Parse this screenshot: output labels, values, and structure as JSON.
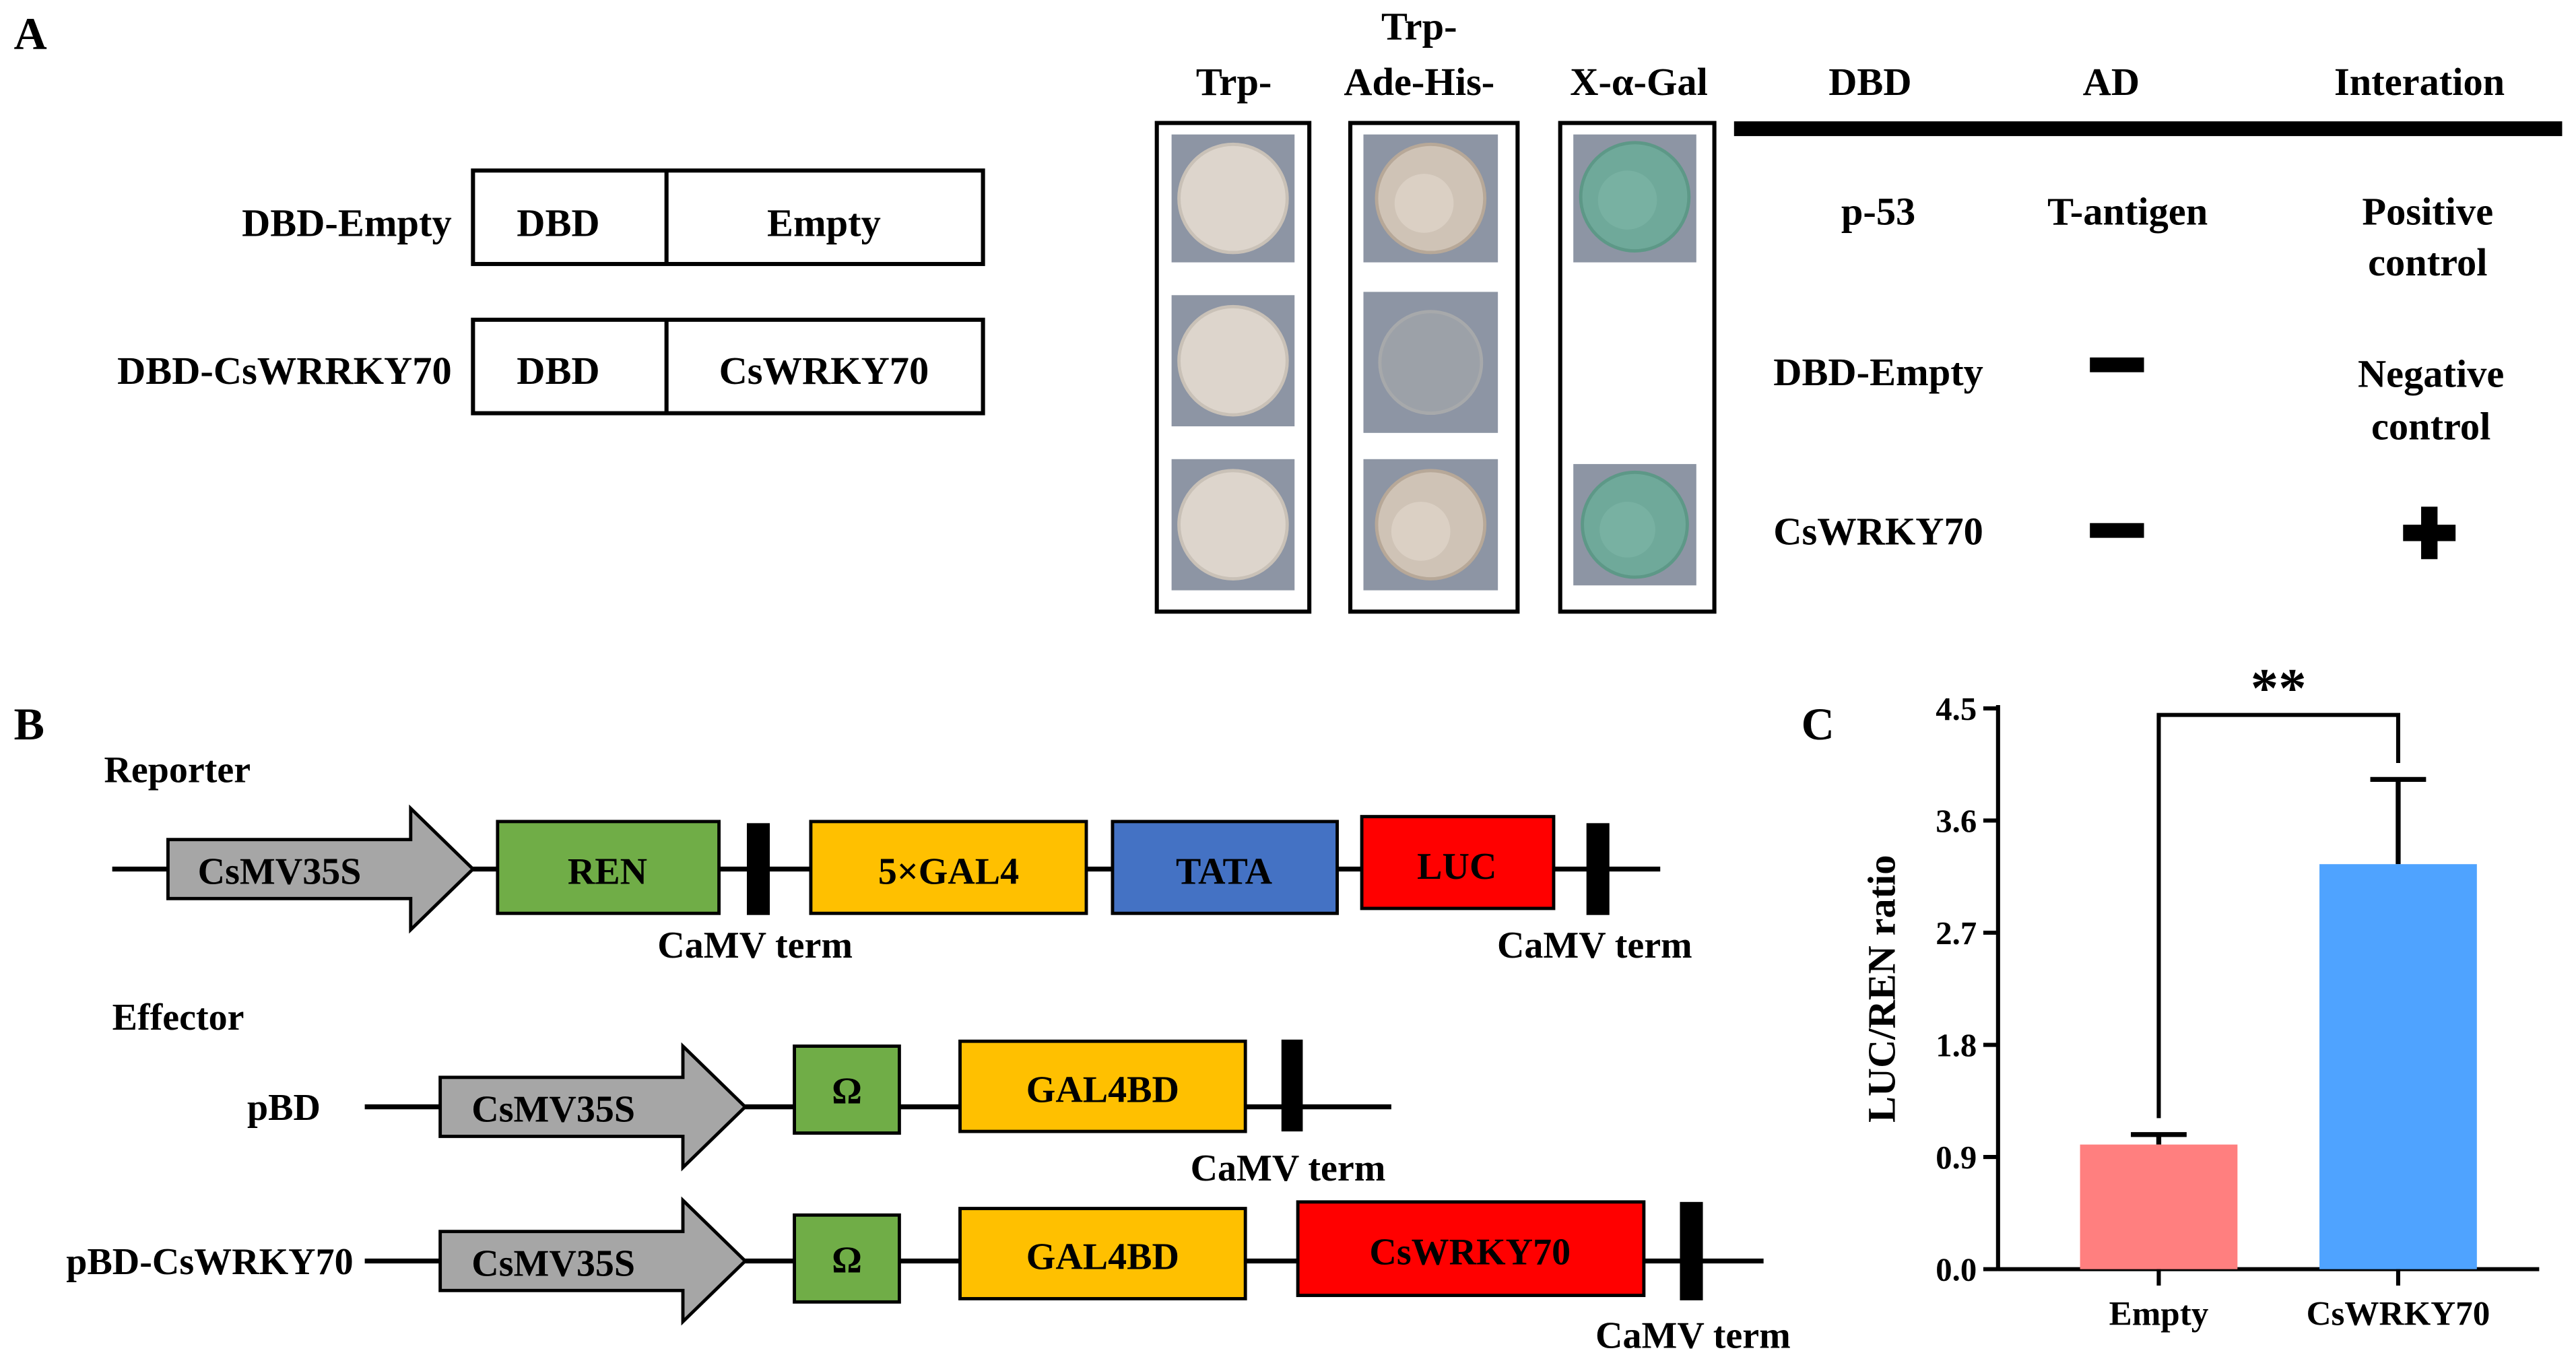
{
  "panel_a": {
    "label": "A",
    "constructs": [
      {
        "name": "DBD-Empty",
        "part1": "DBD",
        "part2": "Empty"
      },
      {
        "name": "DBD-CsWRRKY70",
        "part1": "DBD",
        "part2": "CsWRKY70"
      }
    ],
    "media_headers": [
      "Trp-",
      "Trp-\nAde-His-",
      "X-α-Gal"
    ],
    "table_headers": [
      "DBD",
      "AD",
      "Interation"
    ],
    "rows": [
      {
        "dbd": "p-53",
        "ad": "T-antigen",
        "interaction": "Positive\ncontrol"
      },
      {
        "dbd": "DBD-Empty",
        "ad": "minus",
        "interaction": "Negative\ncontrol"
      },
      {
        "dbd": "CsWRKY70",
        "ad": "minus",
        "interaction": "plus"
      }
    ],
    "colony_growth": {
      "trp": [
        "growth",
        "growth",
        "growth"
      ],
      "trp_ade_his": [
        "growth",
        "faint",
        "growth"
      ],
      "x_alpha_gal": [
        "blue",
        "none",
        "blue"
      ]
    },
    "colors": {
      "spot_bg": "#8d95a4",
      "colony": "#ddd5cc",
      "blue_colony": "#6fa99a"
    }
  },
  "panel_b": {
    "label": "B",
    "reporter_label": "Reporter",
    "effector_label": "Effector",
    "reporter_parts": [
      "CsMV35S",
      "REN",
      "5×GAL4",
      "TATA",
      "LUC"
    ],
    "term_label": "CaMV term",
    "pbd_label": "pBD",
    "pbd_parts": [
      "CsMV35S",
      "Ω",
      "GAL4BD"
    ],
    "pbd_wrky_label": "pBD-CsWRKY70",
    "pbd_wrky_parts": [
      "CsMV35S",
      "Ω",
      "GAL4BD",
      "CsWRKY70"
    ],
    "colors": {
      "promoter": "#a6a6a6",
      "ren": "#70ad47",
      "gal4": "#ffc000",
      "tata": "#4472c4",
      "luc": "#ff0000",
      "omega": "#70ad47"
    }
  },
  "panel_c": {
    "label": "C",
    "significance": "**"
  },
  "chart_data": {
    "type": "bar",
    "categories": [
      "Empty",
      "CsWRKY70"
    ],
    "values": [
      1.0,
      3.25
    ],
    "errors": [
      0.08,
      0.68
    ],
    "colors": [
      "#ff7f7f",
      "#4fa3ff"
    ],
    "xlabel": "",
    "ylabel": "LUC/REN ratio",
    "ylim": [
      0,
      4.5
    ],
    "yticks": [
      "0.0",
      "0.9",
      "1.8",
      "2.7",
      "3.6",
      "4.5"
    ]
  }
}
